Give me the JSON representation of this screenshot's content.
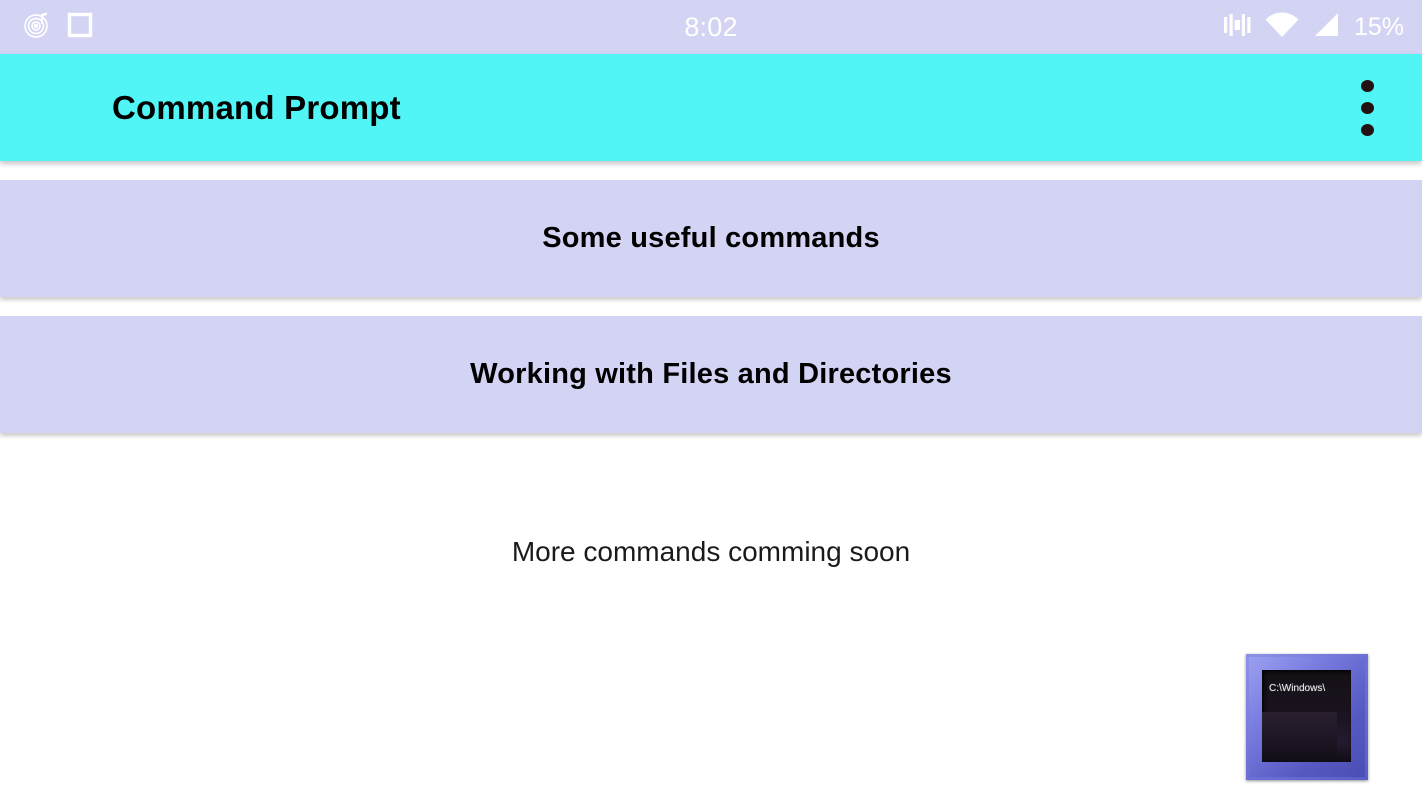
{
  "status_bar": {
    "background_color": "#d3d3f3",
    "clock": "8:02",
    "battery_percent": "15%",
    "left_icons": [
      {
        "name": "ringtone-notification-icon"
      },
      {
        "name": "square-app-notification-icon"
      }
    ],
    "right_icons": [
      {
        "name": "vibrate-mode-icon"
      },
      {
        "name": "wifi-icon"
      },
      {
        "name": "cellular-signal-icon"
      }
    ]
  },
  "app_bar": {
    "title": "Command Prompt",
    "background_color": "#51f5f5",
    "title_color": "#000000",
    "overflow_menu_label": "More options"
  },
  "card_list": {
    "card_background_color": "#d3d3f3",
    "items": [
      {
        "label": "Some useful commands"
      },
      {
        "label": "Working with Files and Directories"
      }
    ]
  },
  "body": {
    "note": "More commands comming soon"
  },
  "cmd_icon": {
    "name": "command-prompt-icon",
    "screen_text": "C:\\Windows\\",
    "frame_color": "#6e72d8"
  }
}
